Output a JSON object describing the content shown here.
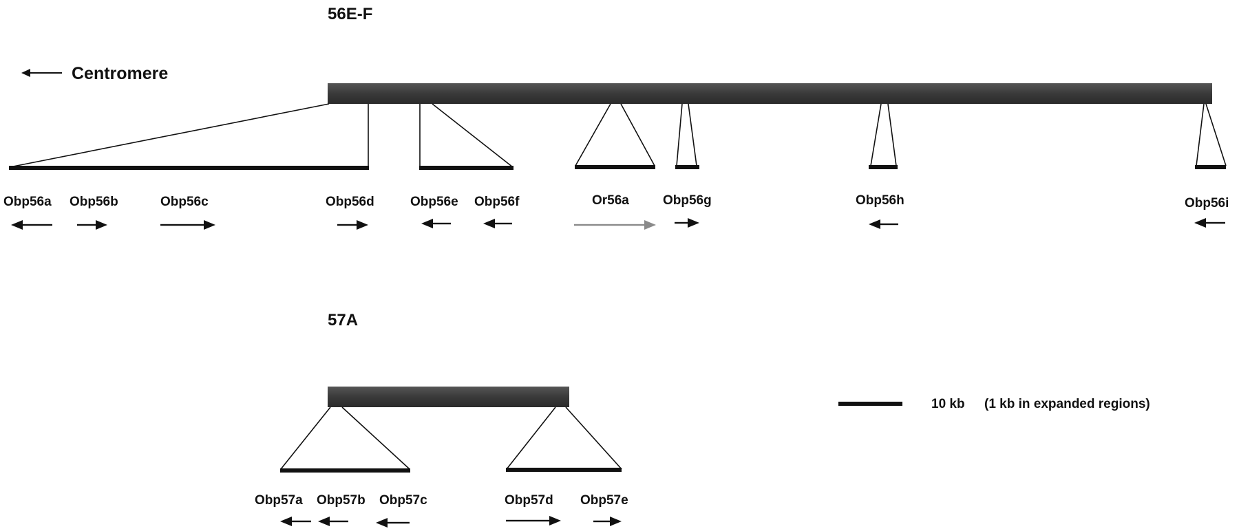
{
  "centromere_label": "Centromere",
  "scale_label": "10 kb",
  "scale_note": "(1 kb in expanded regions)",
  "regions": [
    {
      "id": "56ef",
      "label": "56E-F",
      "genes": [
        {
          "name": "Obp56a",
          "dir": "left"
        },
        {
          "name": "Obp56b",
          "dir": "right"
        },
        {
          "name": "Obp56c",
          "dir": "right"
        },
        {
          "name": "Obp56d",
          "dir": "right"
        },
        {
          "name": "Obp56e",
          "dir": "left"
        },
        {
          "name": "Obp56f",
          "dir": "left"
        },
        {
          "name": "Or56a",
          "dir": "right",
          "color": "#8a8a8a"
        },
        {
          "name": "Obp56g",
          "dir": "right"
        },
        {
          "name": "Obp56h",
          "dir": "left"
        },
        {
          "name": "Obp56i",
          "dir": "left"
        }
      ]
    },
    {
      "id": "57a",
      "label": "57A",
      "genes": [
        {
          "name": "Obp57a",
          "dir": "left"
        },
        {
          "name": "Obp57b",
          "dir": "left"
        },
        {
          "name": "Obp57c",
          "dir": "left"
        },
        {
          "name": "Obp57d",
          "dir": "right"
        },
        {
          "name": "Obp57e",
          "dir": "right"
        }
      ]
    }
  ],
  "colors": {
    "chromosome_bar": "#3c3c3c",
    "line": "#111111",
    "arrow": "#111111",
    "or_arrow": "#8a8a8a"
  }
}
